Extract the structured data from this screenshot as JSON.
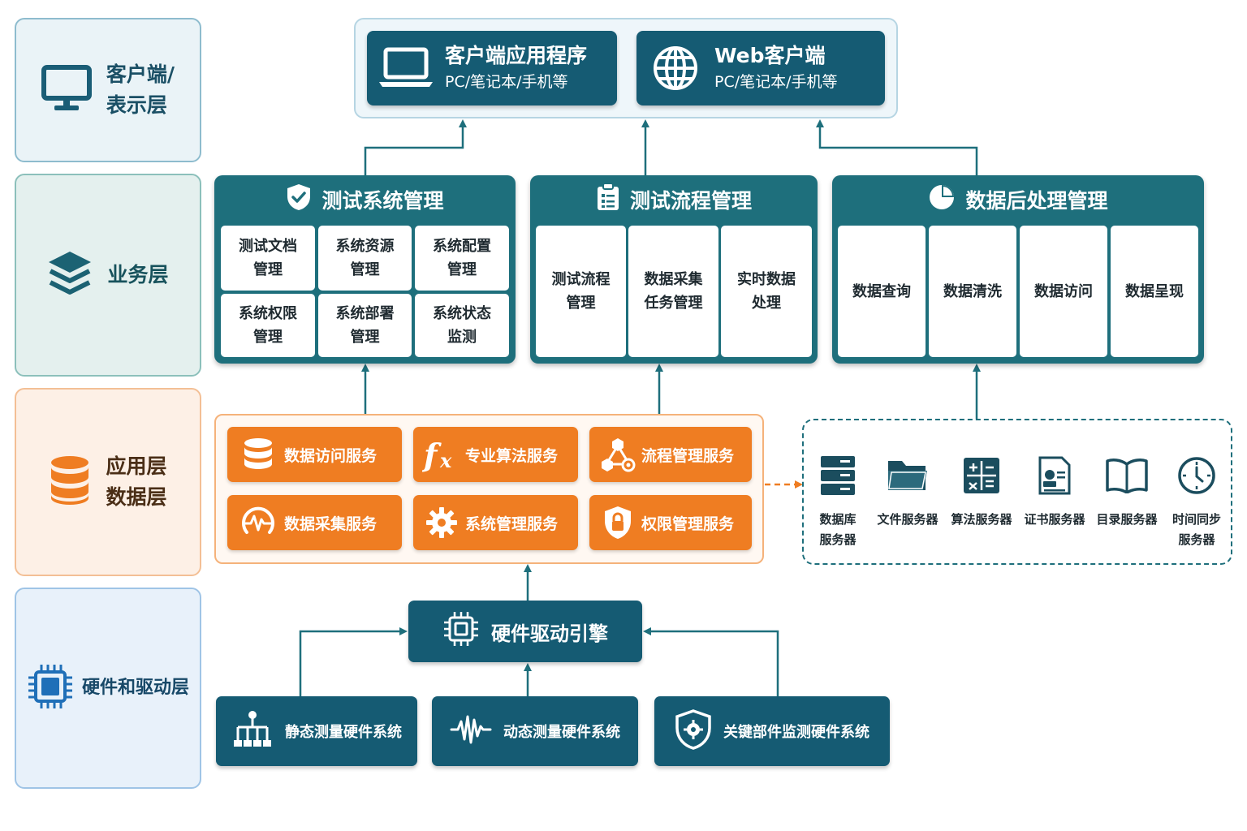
{
  "layers": {
    "client": "客户端/\n表示层",
    "business": "业务层",
    "application": "应用层\n数据层",
    "hardware": "硬件和驱动层"
  },
  "clients": [
    {
      "title": "客户端应用程序",
      "sub": "PC/笔记本/手机等",
      "icon": "laptop-icon"
    },
    {
      "title": "Web客户端",
      "sub": "PC/笔记本/手机等",
      "icon": "globe-icon"
    }
  ],
  "business": {
    "test_system": {
      "title": "测试系统管理",
      "icon": "shield-check-icon",
      "items": [
        "测试文档\n管理",
        "系统资源\n管理",
        "系统配置\n管理",
        "系统权限\n管理",
        "系统部署\n管理",
        "系统状态\n监测"
      ]
    },
    "test_flow": {
      "title": "测试流程管理",
      "icon": "clipboard-icon",
      "items": [
        "测试流程\n管理",
        "数据采集\n任务管理",
        "实时数据\n处理"
      ]
    },
    "post_process": {
      "title": "数据后处理管理",
      "icon": "pie-chart-icon",
      "items": [
        "数据查询",
        "数据清洗",
        "数据访问",
        "数据呈现"
      ]
    }
  },
  "services": [
    {
      "label": "数据访问服务",
      "icon": "database-icon"
    },
    {
      "label": "专业算法服务",
      "icon": "function-fx-icon"
    },
    {
      "label": "流程管理服务",
      "icon": "workflow-icon"
    },
    {
      "label": "数据采集服务",
      "icon": "signal-gauge-icon"
    },
    {
      "label": "系统管理服务",
      "icon": "gear-icon"
    },
    {
      "label": "权限管理服务",
      "icon": "lock-shield-icon"
    }
  ],
  "servers": [
    {
      "label": "数据库\n服务器",
      "icon": "server-rack-icon"
    },
    {
      "label": "文件服务器",
      "icon": "folder-icon"
    },
    {
      "label": "算法服务器",
      "icon": "calculator-icon"
    },
    {
      "label": "证书服务器",
      "icon": "certificate-icon"
    },
    {
      "label": "目录服务器",
      "icon": "book-icon"
    },
    {
      "label": "时间同步\n服务器",
      "icon": "clock-icon"
    }
  ],
  "hardware": {
    "engine": "硬件驱动引擎",
    "systems": [
      {
        "label": "静态测量硬件系统",
        "icon": "hierarchy-icon"
      },
      {
        "label": "动态测量硬件系统",
        "icon": "waveform-icon"
      },
      {
        "label": "关键部件监测硬件系统",
        "icon": "shield-gear-icon"
      }
    ]
  },
  "colors": {
    "teal_dark": "#155b73",
    "teal_panel": "#1e6f7c",
    "orange": "#ef7d22"
  }
}
